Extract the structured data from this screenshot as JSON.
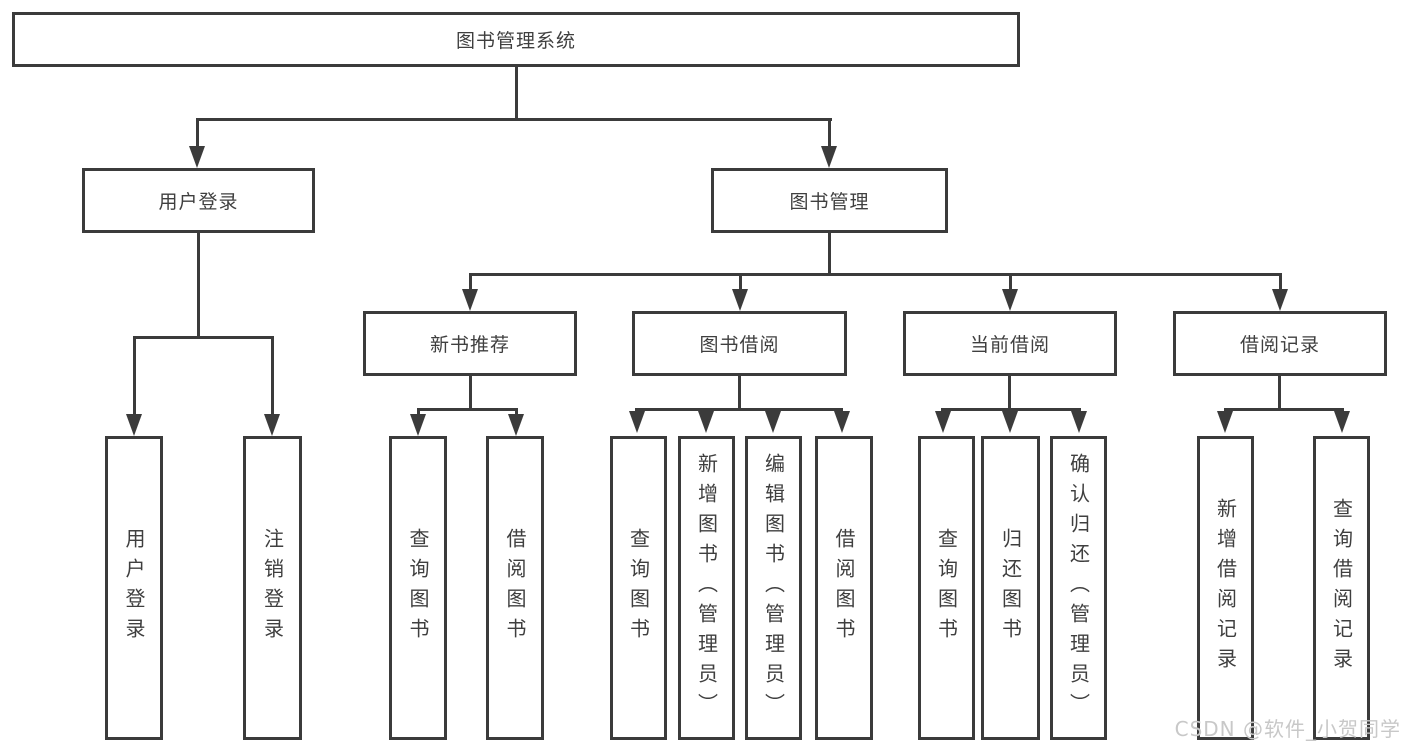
{
  "colors": {
    "line": "#3b3b3b",
    "text": "#3f3f3f",
    "background": "#ffffff",
    "watermark": "#c8c8c8"
  },
  "watermark": {
    "text": "CSDN @软件_小贺同学"
  },
  "tree": {
    "root": {
      "label": "图书管理系统"
    },
    "branches": [
      {
        "label": "用户登录",
        "children": [
          {
            "label": "用户登录"
          },
          {
            "label": "注销登录"
          }
        ]
      },
      {
        "label": "图书管理",
        "children": [
          {
            "label": "新书推荐",
            "children": [
              {
                "label": "查询图书"
              },
              {
                "label": "借阅图书"
              }
            ]
          },
          {
            "label": "图书借阅",
            "children": [
              {
                "label": "查询图书"
              },
              {
                "label": "新增图书（管理员）"
              },
              {
                "label": "编辑图书（管理员）"
              },
              {
                "label": "借阅图书"
              }
            ]
          },
          {
            "label": "当前借阅",
            "children": [
              {
                "label": "查询图书"
              },
              {
                "label": "归还图书"
              },
              {
                "label": "确认归还（管理员）"
              }
            ]
          },
          {
            "label": "借阅记录",
            "children": [
              {
                "label": "新增借阅记录"
              },
              {
                "label": "查询借阅记录"
              }
            ]
          }
        ]
      }
    ]
  }
}
